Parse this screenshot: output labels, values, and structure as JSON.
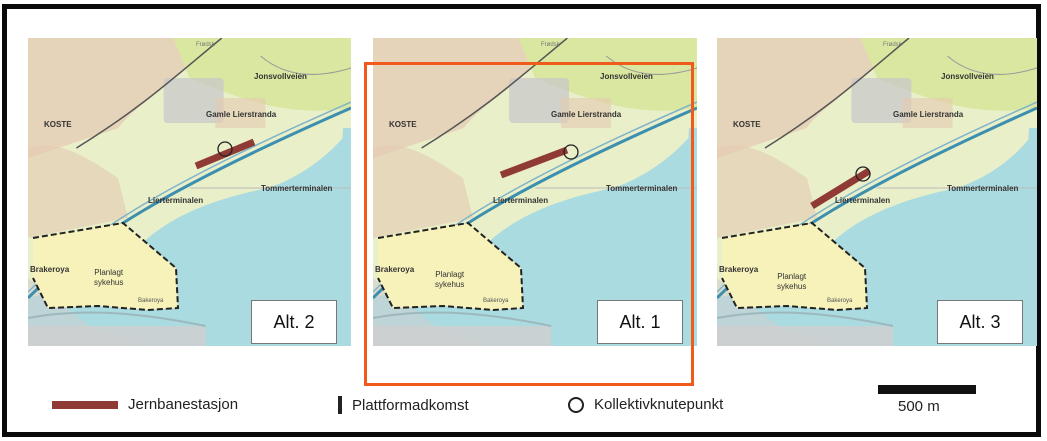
{
  "panels": [
    {
      "alt_label": "Alt. 2",
      "labels": {
        "koste": "KOSTE",
        "jonsvollveien": "Jonsvollveien",
        "gamle_lierstranda": "Gamle Lierstranda",
        "tommerterminalen": "Tommerterminalen",
        "lierterminalen": "Lierterminalen",
        "brakeroya": "Brakeroya",
        "planlagt_sykehus": "Planlagt\nsykehus",
        "frodsk": "Frødsk",
        "smal": "Bakeroya"
      }
    },
    {
      "alt_label": "Alt. 1",
      "labels": {
        "koste": "KOSTE",
        "jonsvollveien": "Jonsvollveien",
        "gamle_lierstranda": "Gamle Lierstranda",
        "tommerterminalen": "Tommerterminalen",
        "lierterminalen": "Lierterminalen",
        "brakeroya": "Brakeroya",
        "planlagt_sykehus": "Planlagt\nsykehus",
        "frodsk": "Frødsk",
        "smal": "Bakeroya"
      }
    },
    {
      "alt_label": "Alt. 3",
      "labels": {
        "koste": "KOSTE",
        "jonsvollveien": "Jonsvollveien",
        "gamle_lierstranda": "Gamle Lierstranda",
        "tommerterminalen": "Tommerterminalen",
        "lierterminalen": "Lierterminalen",
        "brakeroya": "Brakeroya",
        "planlagt_sykehus": "Planlagt\nsykehus",
        "frodsk": "Frødsk",
        "smal": "Bakeroya"
      }
    }
  ],
  "legend": {
    "railway_station": "Jernbanestasjon",
    "platform_access": "Plattformadkomst",
    "transit_hub": "Kollektivknutepunkt"
  },
  "scale": {
    "label": "500 m"
  },
  "colors": {
    "land": "#e9efc9",
    "water": "#a9dbe0",
    "forest": "#d9e7a0",
    "urban": "#e4c9b3",
    "industrial": "#c8c8c8",
    "station": "#8f3a35",
    "highlight": "#f05a1c"
  },
  "icons": {
    "transit_hub": "circle-outline-icon",
    "platform": "bar-icon"
  }
}
